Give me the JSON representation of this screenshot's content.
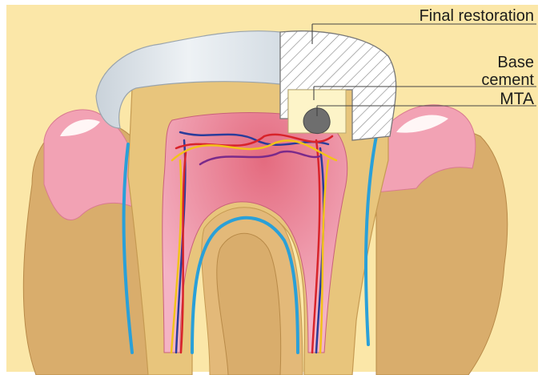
{
  "labels": {
    "final_restoration": "Final restoration",
    "base": "Base",
    "cement": "cement",
    "mta": "MTA"
  },
  "colors": {
    "background": "#fbe7a8",
    "enamel": "#dfe6ec",
    "dentin": "#e9c67a",
    "pulp": "#f1a7bd",
    "gingiva": "#f2a2b4",
    "bone": "#d9b071",
    "periodontal_line": "#2aa0d8",
    "restoration_fill": "#ffffff",
    "base_cement_fill": "#fdf4c8",
    "mta_fill": "#6e6e6e",
    "artery": "#d8232a",
    "vein": "#2a3c9a",
    "nerve": "#f2c21a"
  }
}
